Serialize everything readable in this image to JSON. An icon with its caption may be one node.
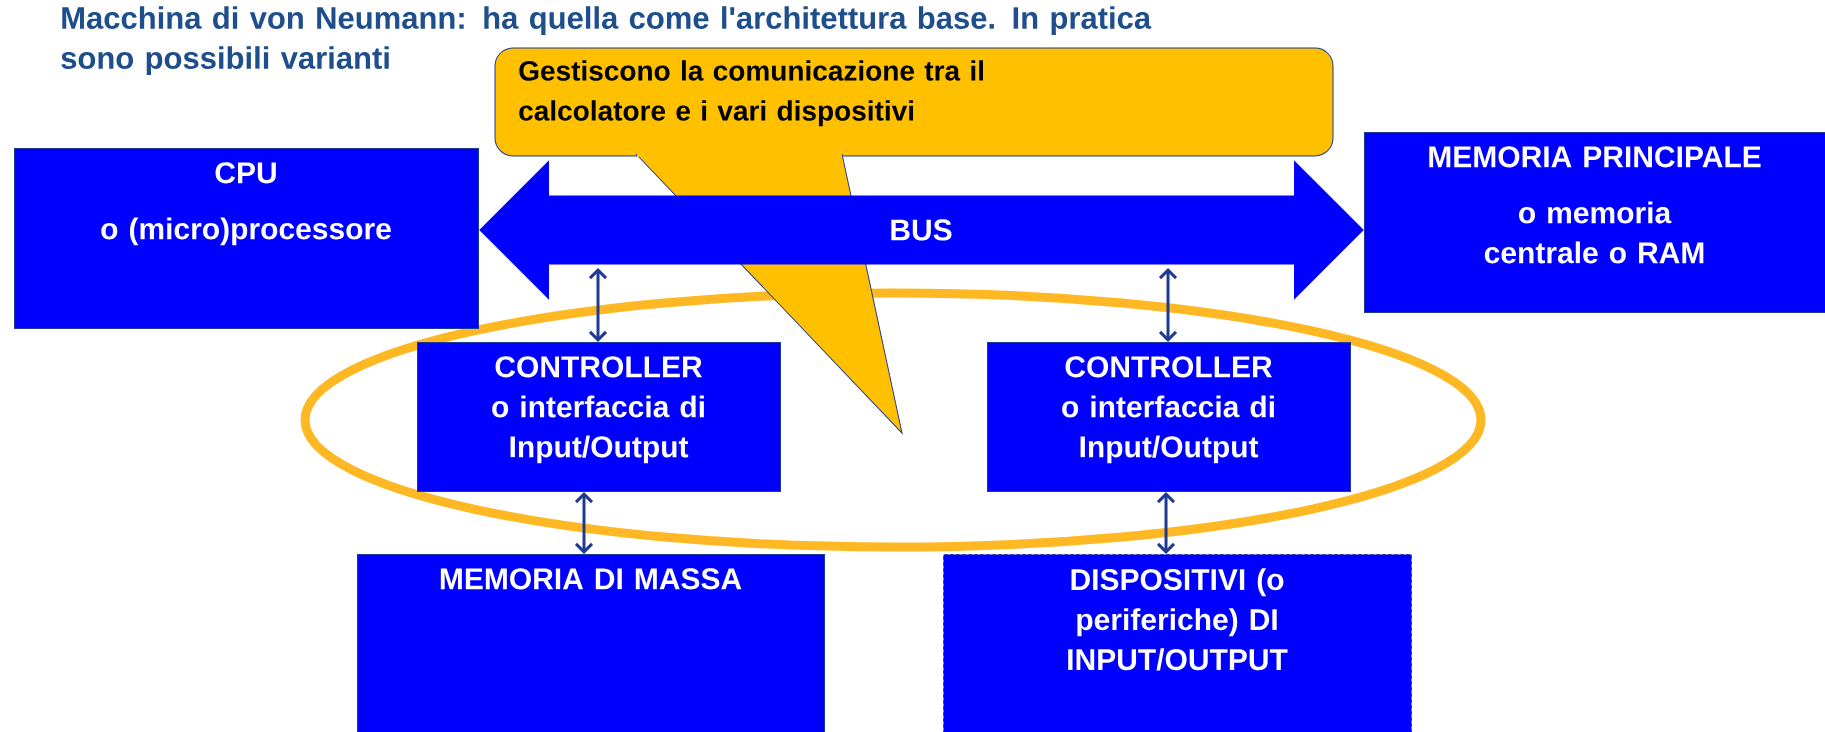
{
  "diagram": {
    "title": "Macchina di von Neumann: ha quella come l'architettura base. In pratica sono possibili varianti",
    "nodes": [
      {
        "text": [
          "CPU",
          "o (micro)processore"
        ]
      },
      {
        "text": [
          "MEMORIA PRINCIPALE",
          "o  memoria centrale o RAM"
        ]
      },
      {
        "text": [
          "Gestiscono la comunicazione tra il calcolatore e i vari dispositivi"
        ]
      },
      {
        "text": [
          "CONTROLLER o interfaccia di Input/Output"
        ]
      },
      {
        "text": [
          "CONTROLLER o interfaccia di Input/Output"
        ]
      },
      {
        "text": [
          "MEMORIA DI MASSA"
        ]
      },
      {
        "text": [
          "DISPOSITIVI  (o periferiche) DI INPUT/OUTPUT"
        ]
      }
    ],
    "edges": [
      {
        "from": 0,
        "to": 1,
        "arrow": "both",
        "label": "BUS",
        "style": "thick",
        "color": "#0000ff"
      },
      {
        "from": null,
        "to": 3,
        "arrow": "both"
      },
      {
        "from": null,
        "to": 4,
        "arrow": "both"
      },
      {
        "from": 3,
        "to": 5,
        "arrow": "both"
      },
      {
        "from": 4,
        "to": 6,
        "arrow": "both"
      }
    ]
  }
}
